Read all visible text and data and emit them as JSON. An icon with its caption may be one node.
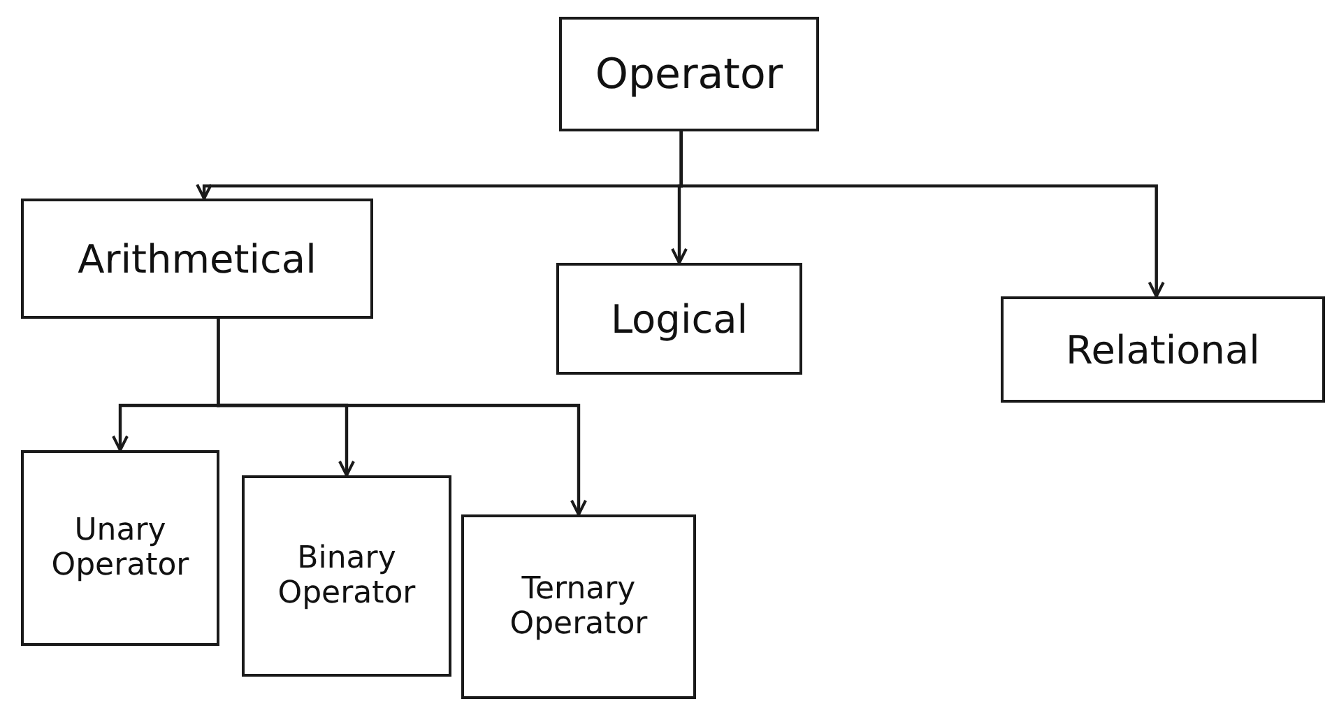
{
  "diagram": {
    "nodes": [
      {
        "text": [
          "Operator"
        ]
      },
      {
        "text": [
          "Arithmetical"
        ]
      },
      {
        "text": [
          "Logical"
        ]
      },
      {
        "text": [
          "Relational"
        ]
      },
      {
        "text": [
          "Unary Operator"
        ]
      },
      {
        "text": [
          "Binary Operator"
        ]
      },
      {
        "text": [
          "Ternary Operator"
        ]
      }
    ],
    "edges": [
      {
        "from": 0,
        "to": 1,
        "arrow": "to"
      },
      {
        "from": 0,
        "to": 2,
        "arrow": "to"
      },
      {
        "from": 0,
        "to": 3,
        "arrow": "to"
      },
      {
        "from": 1,
        "to": 4,
        "arrow": "to"
      },
      {
        "from": 1,
        "to": 5,
        "arrow": "to"
      },
      {
        "from": 1,
        "to": 6,
        "arrow": "to"
      }
    ]
  }
}
